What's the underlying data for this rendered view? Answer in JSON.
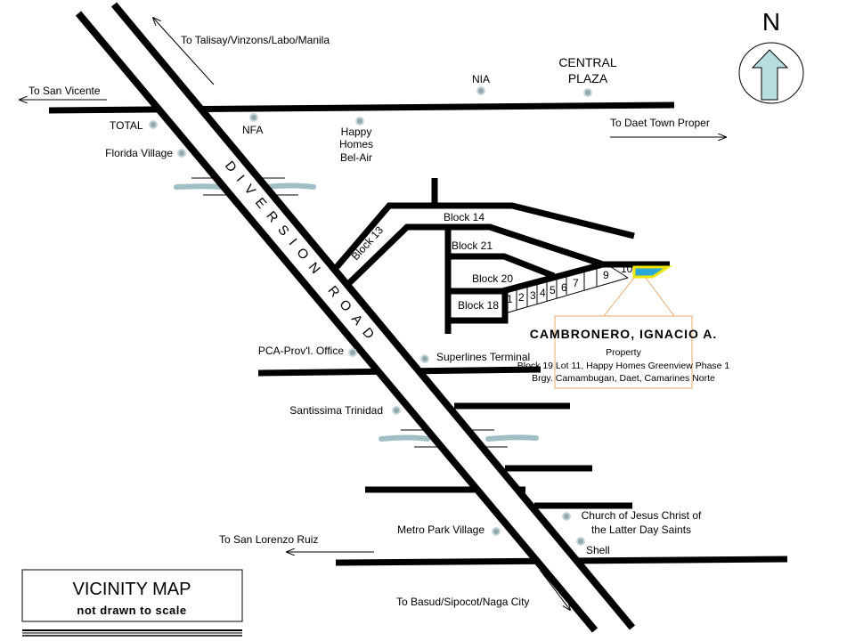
{
  "north_label": "N",
  "road_name": "DIVERSION ROAD",
  "directions": {
    "talisay": "To Talisay/Vinzons/Labo/Manila",
    "san_vicente": "To San Vicente",
    "daet": "To Daet Town Proper",
    "san_lorenzo": "To San Lorenzo Ruiz",
    "basud": "To Basud/Sipocot/Naga City"
  },
  "landmarks": {
    "total": "TOTAL",
    "nfa": "NFA",
    "happy_homes": [
      "Happy",
      "Homes",
      "Bel-Air"
    ],
    "nia": "NIA",
    "central_plaza": [
      "CENTRAL",
      "PLAZA"
    ],
    "florida": "Florida Village",
    "pca": "PCA-Prov'l. Office",
    "superlines": "Superlines Terminal",
    "santissima": "Santissima Trinidad",
    "metro_park": "Metro Park Village",
    "church": [
      "Church of Jesus Christ of",
      "the Latter Day Saints"
    ],
    "shell": "Shell"
  },
  "blocks": {
    "b14": "Block 14",
    "b21": "Block 21",
    "b20": "Block 20",
    "b18": "Block 18",
    "b13": "Block 13",
    "lots": [
      "1",
      "2",
      "3",
      "4",
      "5",
      "6",
      "7",
      "9",
      "10"
    ]
  },
  "property": {
    "owner": "CAMBRONERO, IGNACIO A.",
    "type": "Property",
    "line1": "Block 19 Lot 11, Happy Homes Greenview Phase 1",
    "line2": "Brgy. Camambugan, Daet, Camarines Norte",
    "highlight_color": "#f2e600",
    "fill_color": "#2aa8d8"
  },
  "legend": {
    "title": "VICINITY MAP",
    "subtitle": "not drawn to scale"
  }
}
